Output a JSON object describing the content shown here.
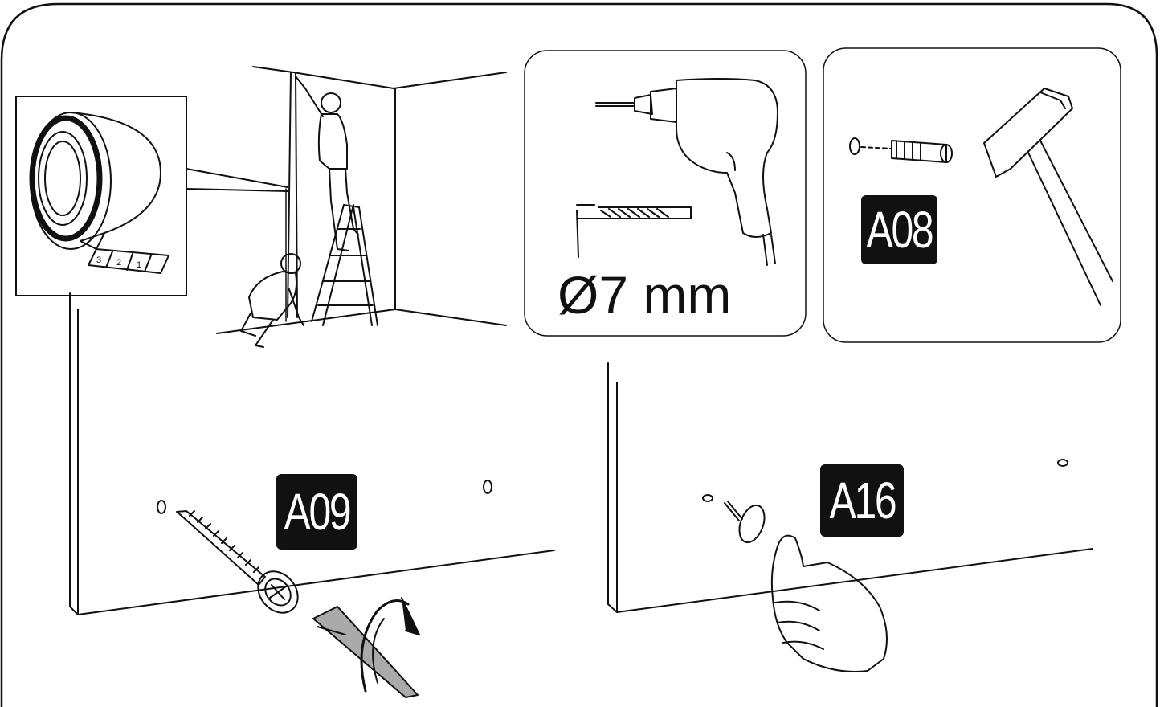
{
  "labels": {
    "drill_size": "Ø7 mm",
    "part_plug": "A08",
    "part_screw": "A09",
    "part_cap": "A16"
  },
  "tape_numbers": [
    "3",
    "2",
    "1"
  ],
  "colors": {
    "ink": "#111111",
    "label_bg": "#111111",
    "label_fg": "#ffffff",
    "background": "#ffffff"
  },
  "icons": [
    "tape-measure-icon",
    "person-on-ladder-icon",
    "person-kneeling-icon",
    "drill-icon",
    "drill-bit-icon",
    "wall-plug-icon",
    "hammer-icon",
    "screw-icon",
    "screwdriver-bit-icon",
    "rotate-arrow-icon",
    "cover-cap-icon",
    "hand-thumb-icon"
  ]
}
